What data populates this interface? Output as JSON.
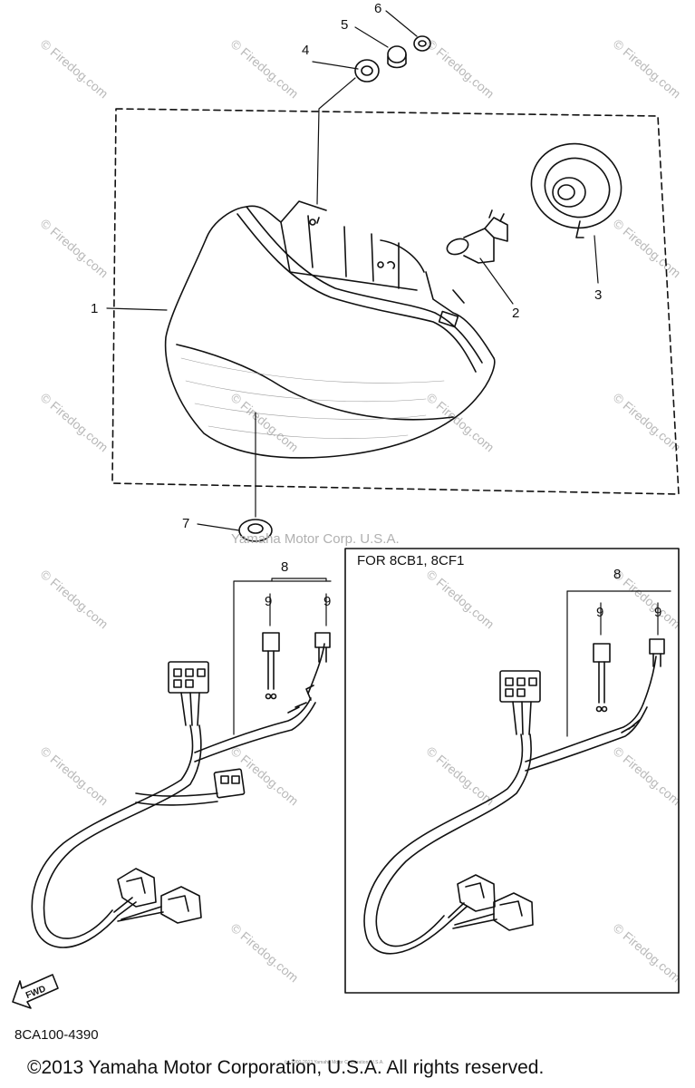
{
  "callouts": [
    "1",
    "2",
    "3",
    "4",
    "5",
    "6",
    "7",
    "8",
    "9",
    "9",
    "8",
    "9",
    "9"
  ],
  "inset_label": "FOR 8CB1, 8CF1",
  "fwd_label": "FWD",
  "watermark_text": "© Firedog.com",
  "yamaha_watermark": "Yamaha Motor Corp. U.S.A.",
  "diagram_code": "8CA100-4390",
  "copyright": "©2013 Yamaha Motor Corporation, U.S.A. All rights reserved.",
  "tiny_notice": "(c) 2000-2013 Yamaha Motor Corporation, U.S.A.",
  "colors": {
    "line": "#111111",
    "watermark": "#b9b9b9"
  }
}
